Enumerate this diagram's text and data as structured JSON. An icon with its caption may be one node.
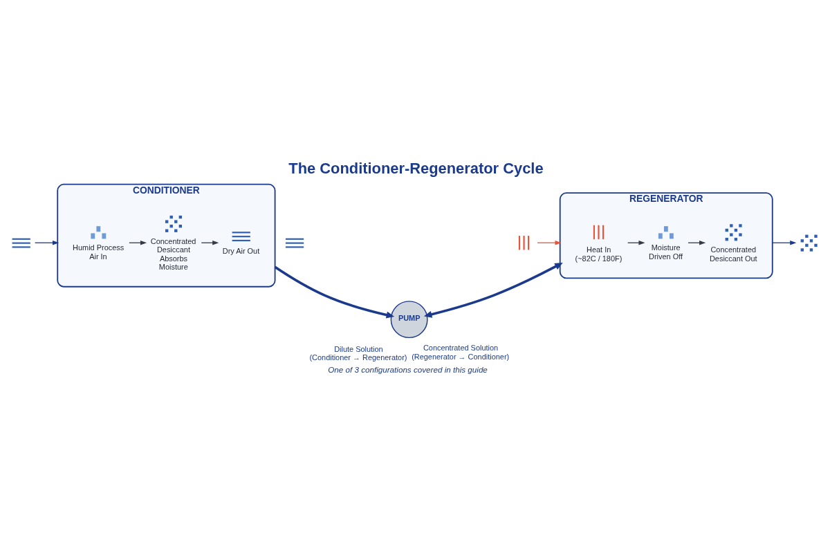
{
  "diagram": {
    "title": "The Conditioner-Regenerator Cycle",
    "caption": "One of 3 configurations covered in this guide",
    "nodes": [
      {
        "text": [
          "CONDITIONER"
        ]
      },
      {
        "text": [],
        "shape": "picture"
      },
      {
        "text": [
          "Humid Process Air In"
        ],
        "in": 0
      },
      {
        "text": [
          "Concentrated Desiccant Absorbs Moisture"
        ],
        "in": 0
      },
      {
        "text": [
          "Dry Air Out"
        ],
        "in": 0
      },
      {
        "text": [],
        "shape": "picture"
      },
      {
        "text": [
          "REGENERATOR"
        ]
      },
      {
        "text": [],
        "shape": "picture"
      },
      {
        "text": [
          "Heat In (~82C / 180F)"
        ],
        "in": 6
      },
      {
        "text": [
          "Moisture Driven Off"
        ],
        "in": 6
      },
      {
        "text": [
          "Concentrated Desiccant Out"
        ],
        "in": 6
      },
      {
        "text": [],
        "shape": "picture"
      },
      {
        "text": [
          "PUMP"
        ]
      }
    ],
    "edges": [
      {
        "from": 1,
        "to": 0,
        "arrow": "to"
      },
      {
        "from": 2,
        "to": 3,
        "arrow": "to",
        "color": "#333b48"
      },
      {
        "from": 3,
        "to": 4,
        "arrow": "to",
        "color": "#333b48"
      },
      {
        "from": 7,
        "to": 6,
        "arrow": "to",
        "color": "#e8553a"
      },
      {
        "from": 8,
        "to": 9,
        "arrow": "to",
        "color": "#333b48"
      },
      {
        "from": 9,
        "to": 10,
        "arrow": "to",
        "color": "#333b48"
      },
      {
        "from": 6,
        "to": 11,
        "arrow": "to"
      },
      {
        "from": 0,
        "to": 12,
        "arrow": "to",
        "label": "Dilute Solution (Conditioner → Regenerator)",
        "style": "thick"
      },
      {
        "from": 12,
        "to": 6,
        "arrow": "both",
        "label": "Concentrated Solution (Regenerator → Conditioner)",
        "style": "thick"
      }
    ]
  }
}
